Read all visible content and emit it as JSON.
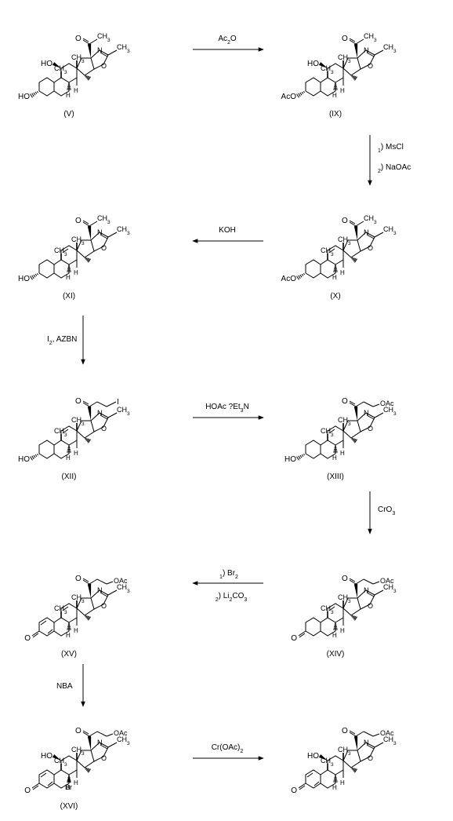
{
  "compounds": [
    {
      "label": "(V)",
      "r3": "HO",
      "c11": "HO",
      "side": "C(=O)CH3",
      "c3": "OH"
    },
    {
      "label": "(IX)",
      "r3": "AcO",
      "c11": "HO",
      "side": "C(=O)CH3",
      "c3": "OAc"
    },
    {
      "label": "(XI)",
      "r3": "HO",
      "c11": "",
      "side": "C(=O)CH3",
      "c3": "OH"
    },
    {
      "label": "(X)",
      "r3": "AcO",
      "c11": "",
      "side": "C(=O)CH3",
      "c3": "OAc"
    },
    {
      "label": "(XII)",
      "r3": "HO",
      "c11": "",
      "side": "C(=O)CH2I",
      "c3": "OH"
    },
    {
      "label": "(XIII)",
      "r3": "HO",
      "c11": "",
      "side": "C(=O)CH2OAc",
      "c3": "OH"
    },
    {
      "label": "(XV)",
      "r3": "O",
      "c11": "",
      "side": "C(=O)CH2OAc",
      "c3": "dienone"
    },
    {
      "label": "(XIV)",
      "r3": "O",
      "c11": "",
      "side": "C(=O)CH2OAc",
      "c3": "ketone"
    },
    {
      "label": "(XVI)",
      "r3": "O",
      "c11": "HO",
      "side": "C(=O)CH2OAc",
      "c3": "dienone"
    },
    {
      "label": "",
      "r3": "O",
      "c11": "HO",
      "side": "C(=O)CH2OAc",
      "c3": "dienone"
    }
  ],
  "atoms": {
    "methyl": "CH3",
    "n": "N",
    "o": "O",
    "h": "H",
    "br": "Br",
    "i": "I",
    "oac": "OAc",
    "ketone_o": "O"
  },
  "reagents": {
    "step1": "Ac2O",
    "step2_1": "1) MsCl",
    "step2_2": "2) NaOAc",
    "step3": "KOH",
    "step4": "I2, AZBN",
    "step5": "HOAc ?Et3N",
    "step6": "CrO3",
    "step7_1": "1) Br2",
    "step7_2": "2) Li2CO3",
    "step8": "NBA",
    "step9": "Cr(OAc)2"
  }
}
